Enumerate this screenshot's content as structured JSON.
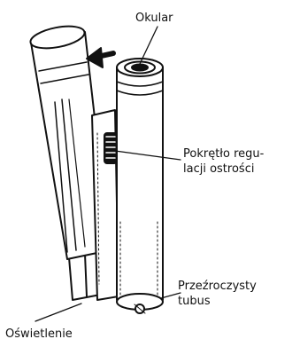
{
  "labels": {
    "eyepiece": "Okular",
    "focus_knob_line1": "Pokrętło regu-",
    "focus_knob_line2": "lacji ostrości",
    "tube_line1": "Przeźroczysty",
    "tube_line2": "tubus",
    "illumination": "Oświetlenie"
  },
  "colors": {
    "ink": "#111111",
    "paper": "#ffffff"
  }
}
